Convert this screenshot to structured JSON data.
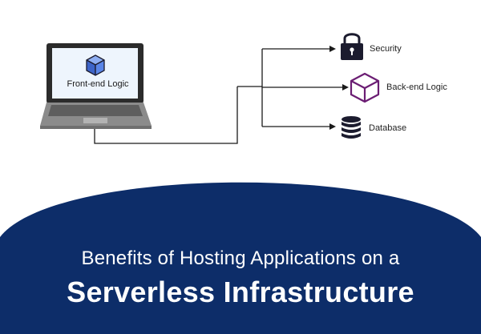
{
  "laptop": {
    "label": "Front-end Logic"
  },
  "branches": [
    {
      "label": "Security",
      "icon": "lock-icon"
    },
    {
      "label": "Back-end Logic",
      "icon": "cube-icon"
    },
    {
      "label": "Database",
      "icon": "database-icon"
    }
  ],
  "banner": {
    "subtitle": "Benefits of Hosting Applications on a",
    "title": "Serverless Infrastructure"
  },
  "colors": {
    "navy": "#0d2d69",
    "cube_blue": "#5b86e8",
    "cube_purple": "#6b1d73",
    "screen_bg": "#eef5fd",
    "laptop_body": "#8b8b8b",
    "icon_dark": "#1b1b2e"
  }
}
